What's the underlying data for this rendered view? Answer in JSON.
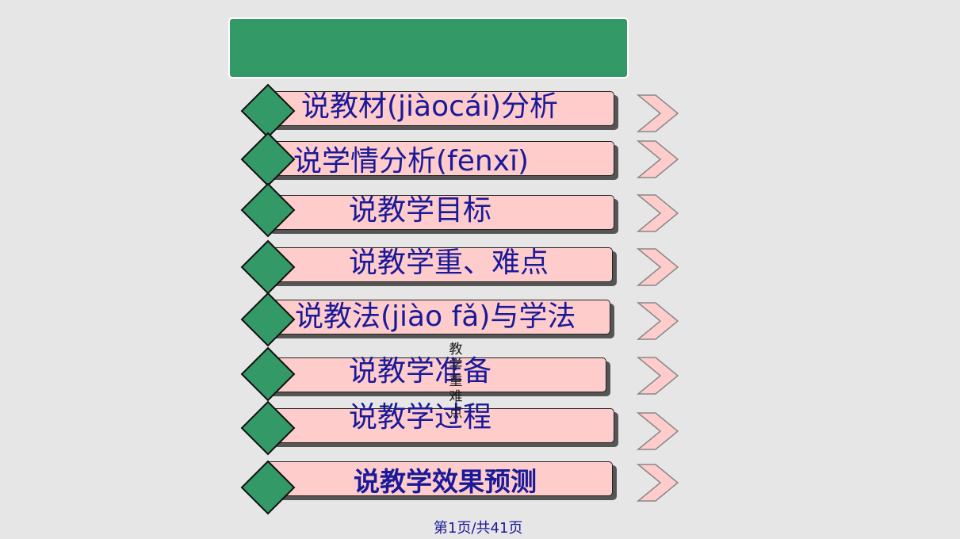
{
  "slide": {
    "colors": {
      "background": "#e6e6e6",
      "banner": "#339966",
      "bar_fill": "#ffcccc",
      "text": "#1a1a99",
      "diamond": "#339966"
    },
    "items": [
      {
        "label": "说教材(jiàocái)分析"
      },
      {
        "label": "说学情分析(fēnxī)"
      },
      {
        "label": "说教学目标"
      },
      {
        "label": "说教学重、难点"
      },
      {
        "label": "说教法(jiào fǎ)与学法"
      },
      {
        "label": "说教学准备"
      },
      {
        "label": "说教学过程"
      },
      {
        "label": "说教学效果预测"
      }
    ],
    "vertical_note": "教学重难点",
    "footer": "第1页/共41页"
  }
}
